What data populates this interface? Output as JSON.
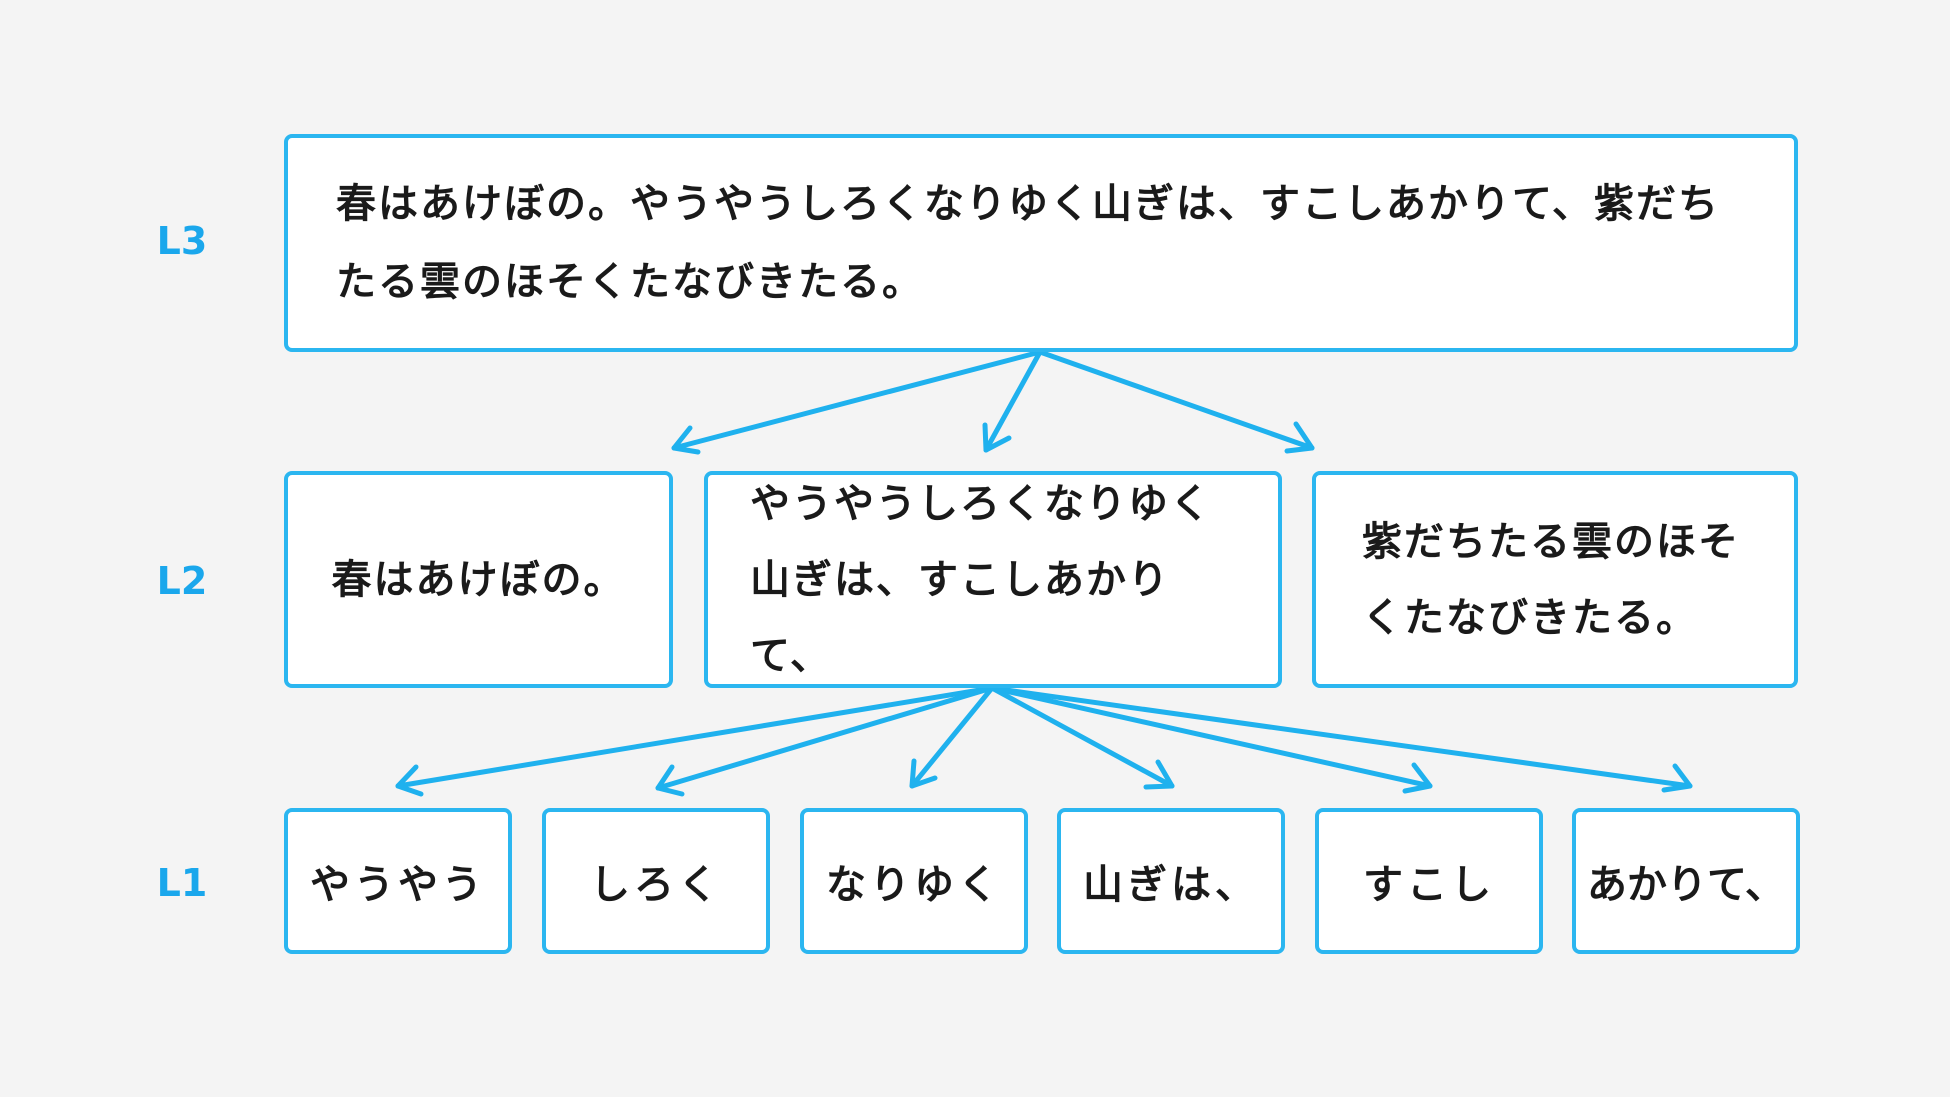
{
  "levels": {
    "l3": "L3",
    "l2": "L2",
    "l1": "L1"
  },
  "l3": {
    "text": "春はあけぼの。やうやうしろくなりゆく山ぎは、すこしあかりて、紫だちたる雲のほそくたなびきたる。"
  },
  "l2": [
    {
      "text": "春はあけぼの。"
    },
    {
      "text": "やうやうしろくなりゆく山ぎは、すこしあかりて、"
    },
    {
      "text": "紫だちたる雲のほそくたなびきたる。"
    }
  ],
  "l1": [
    {
      "text": "やうやう"
    },
    {
      "text": "しろく"
    },
    {
      "text": "なりゆく"
    },
    {
      "text": "山ぎは、"
    },
    {
      "text": "すこし"
    },
    {
      "text": "あかりて、"
    }
  ],
  "colors": {
    "accent": "#2bb6f0",
    "label": "#1aa7ec",
    "background": "#f4f4f4",
    "text": "#1a1a1a"
  }
}
